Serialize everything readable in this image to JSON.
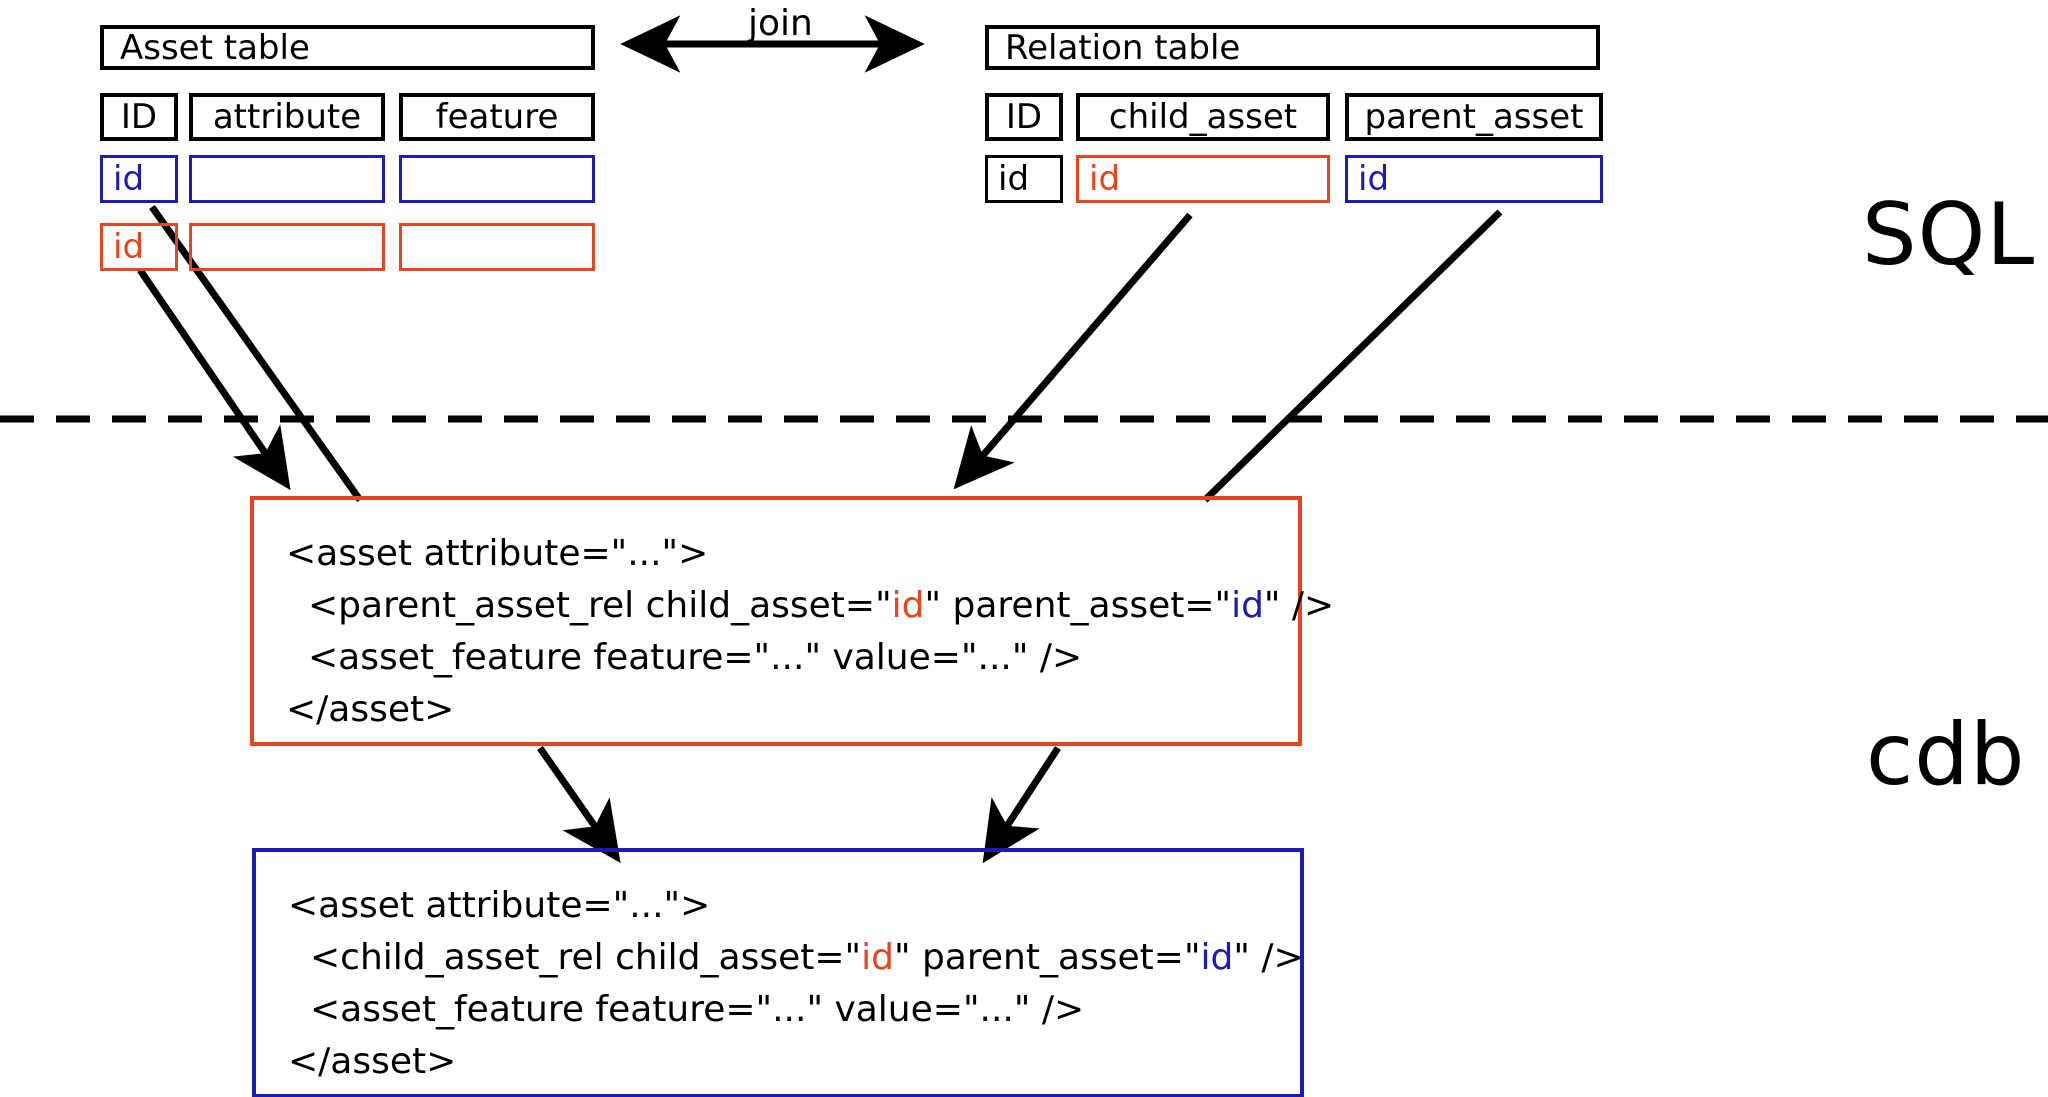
{
  "diagram": {
    "title": "SQL to cdb asset/relation mapping",
    "colors": {
      "red": "#e8441f",
      "blue": "#1b1bb5",
      "black": "#000000",
      "background": "#ffffff"
    },
    "side_labels": {
      "top": "SQL",
      "bottom": "cdb"
    },
    "divider": {
      "style": "dashed",
      "label": ""
    },
    "join": {
      "label": "join",
      "arrow": "double-headed-horizontal"
    },
    "asset_table": {
      "title": "Asset table",
      "columns": [
        "ID",
        "attribute",
        "feature"
      ],
      "rows": [
        {
          "color": "blue",
          "cells": [
            "id",
            "",
            ""
          ]
        },
        {
          "color": "red",
          "cells": [
            "id",
            "",
            ""
          ]
        }
      ]
    },
    "relation_table": {
      "title": "Relation table",
      "columns": [
        "ID",
        "child_asset",
        "parent_asset"
      ],
      "rows": [
        {
          "cells": [
            "id",
            "id",
            "id"
          ],
          "cell_colors": [
            "black",
            "red",
            "blue"
          ]
        }
      ]
    },
    "code_blocks": [
      {
        "id": "parent-asset-xml",
        "border_color": "red",
        "lines": [
          {
            "indent": false,
            "parts": [
              {
                "text": "<asset attribute=\"...\">",
                "color": "black"
              }
            ]
          },
          {
            "indent": true,
            "parts": [
              {
                "text": "<parent_asset_rel child_asset=\"",
                "color": "black"
              },
              {
                "text": "id",
                "color": "red"
              },
              {
                "text": "\" parent_asset=\"",
                "color": "black"
              },
              {
                "text": "id",
                "color": "blue"
              },
              {
                "text": "\" />",
                "color": "black"
              }
            ]
          },
          {
            "indent": true,
            "parts": [
              {
                "text": "<asset_feature feature=\"...\" value=\"...\" />",
                "color": "black"
              }
            ]
          },
          {
            "indent": false,
            "parts": [
              {
                "text": "</asset>",
                "color": "black"
              }
            ]
          }
        ]
      },
      {
        "id": "child-asset-xml",
        "border_color": "blue",
        "lines": [
          {
            "indent": false,
            "parts": [
              {
                "text": "<asset attribute=\"...\">",
                "color": "black"
              }
            ]
          },
          {
            "indent": true,
            "parts": [
              {
                "text": "<child_asset_rel child_asset=\"",
                "color": "black"
              },
              {
                "text": "id",
                "color": "red"
              },
              {
                "text": "\" parent_asset=\"",
                "color": "black"
              },
              {
                "text": "id",
                "color": "blue"
              },
              {
                "text": "\" />",
                "color": "black"
              }
            ]
          },
          {
            "indent": true,
            "parts": [
              {
                "text": "<asset_feature feature=\"...\" value=\"...\" />",
                "color": "black"
              }
            ]
          },
          {
            "indent": false,
            "parts": [
              {
                "text": "</asset>",
                "color": "black"
              }
            ]
          }
        ]
      }
    ]
  }
}
